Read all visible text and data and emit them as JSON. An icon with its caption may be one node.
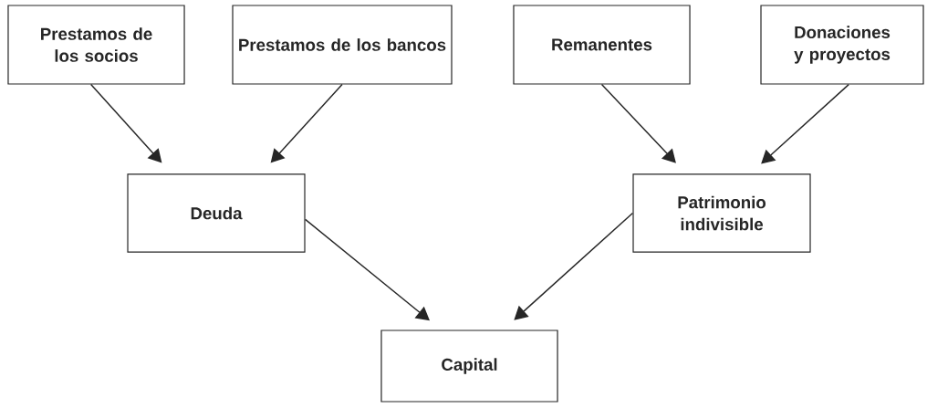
{
  "diagram": {
    "nodes": [
      {
        "text": [
          "Prestamos de los socios"
        ]
      },
      {
        "text": [
          "Prestamos de los bancos"
        ]
      },
      {
        "text": [
          "Remanentes"
        ]
      },
      {
        "text": [
          "Donaciones y proyectos"
        ]
      },
      {
        "text": [
          "Deuda"
        ]
      },
      {
        "text": [
          "Patrimonio indivisible"
        ]
      },
      {
        "text": [
          "Capital"
        ]
      }
    ],
    "edges": [
      {
        "from": 0,
        "to": 4,
        "arrow": "to"
      },
      {
        "from": 1,
        "to": 4,
        "arrow": "to"
      },
      {
        "from": 2,
        "to": 5,
        "arrow": "to"
      },
      {
        "from": 3,
        "to": 5,
        "arrow": "to"
      },
      {
        "from": 4,
        "to": 6,
        "arrow": "to"
      },
      {
        "from": 5,
        "to": 6,
        "arrow": "to"
      }
    ]
  }
}
